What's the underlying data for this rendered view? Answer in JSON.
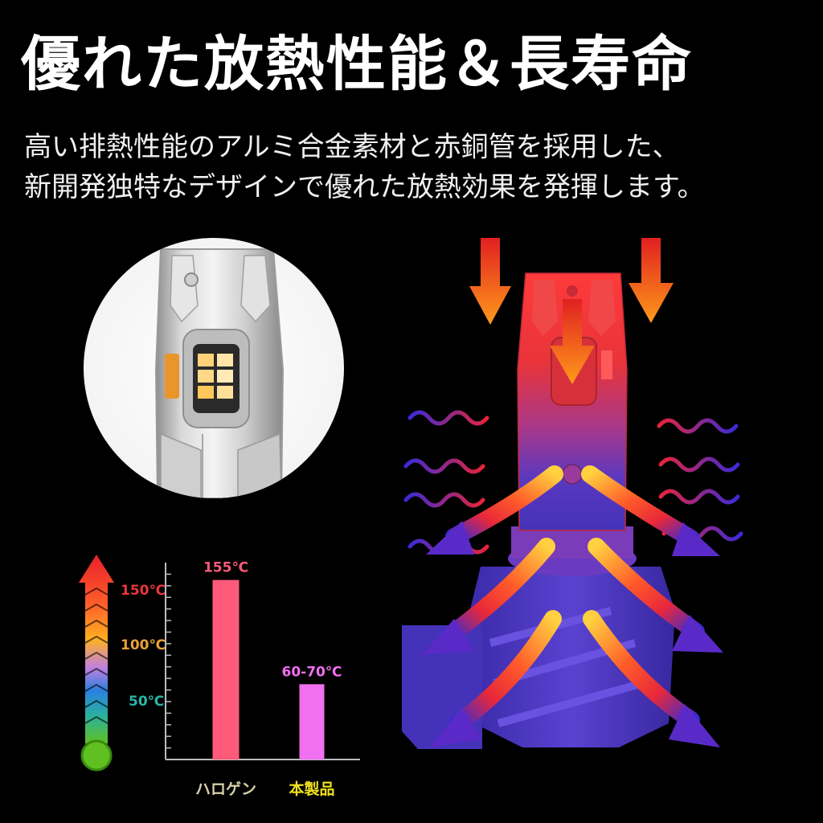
{
  "headline": "優れた放熱性能＆長寿命",
  "description": {
    "line1": "高い排熱性能のアルミ合金素材と赤銅管を採用した、",
    "line2": "新開発独特なデザインで優れた放熱効果を発揮します。"
  },
  "thermometer": {
    "ticks": [
      "150℃",
      "100℃",
      "50℃"
    ],
    "tick_values": [
      150,
      100,
      50
    ],
    "colors": {
      "tick150": "#e8363a",
      "tick100": "#e8a23a",
      "tick50": "#2bb5a8"
    }
  },
  "chart_data": {
    "type": "bar",
    "categories": [
      "ハロゲン",
      "本製品"
    ],
    "values": [
      155,
      65
    ],
    "data_labels": [
      "155℃",
      "60-70℃"
    ],
    "ylim": [
      0,
      170
    ],
    "colors": [
      "#ff5a7a",
      "#f070f0"
    ],
    "label_colors": [
      "#d8d0a8",
      "#f0e020"
    ],
    "value_label_colors": [
      "#ff5a7a",
      "#f070f0"
    ]
  },
  "colors": {
    "background": "#000000",
    "heat_red": "#e8343a",
    "heat_orange": "#ff8a1a",
    "cool_blue": "#4a36c8",
    "purple": "#6a3ab8"
  }
}
